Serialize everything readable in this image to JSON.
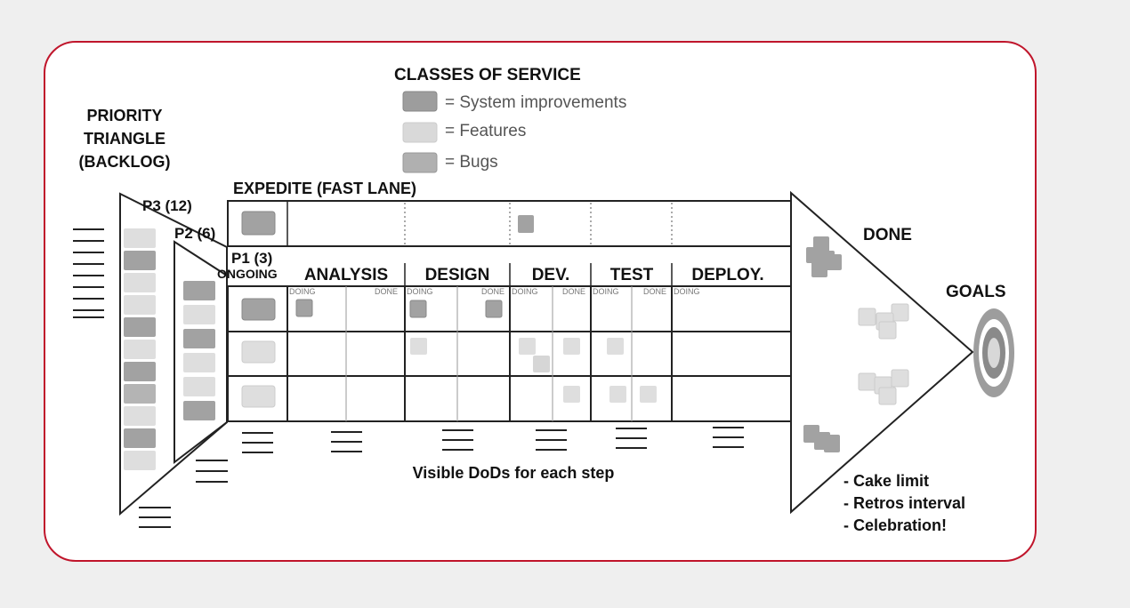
{
  "classes_of_service": {
    "title": "CLASSES OF SERVICE",
    "items": [
      {
        "label": "= System improvements",
        "color": "#9d9d9d"
      },
      {
        "label": "= Features",
        "color": "#d9d9d9"
      },
      {
        "label": "= Bugs",
        "color": "#b0b0b0"
      }
    ]
  },
  "priority": {
    "title_lines": [
      "PRIORITY",
      "TRIANGLE",
      "(BACKLOG)"
    ],
    "p3": "P3 (12)",
    "p2": "P2 (6)",
    "p1": "P1 (3)",
    "ongoing": "ONGOING"
  },
  "board": {
    "expedite": "EXPEDITE (FAST LANE)",
    "columns": [
      "ANALYSIS",
      "DESIGN",
      "DEV.",
      "TEST",
      "DEPLOY."
    ],
    "doing": "DOING",
    "done_small": "DONE",
    "dod_caption": "Visible DoDs for each step"
  },
  "done_label": "DONE",
  "goals_label": "GOALS",
  "bullets": [
    "-  Cake limit",
    "-  Retros interval",
    "-  Celebration!"
  ],
  "colors": {
    "border": "#c0152b",
    "background": "#efefef",
    "card": "#ffffff"
  }
}
